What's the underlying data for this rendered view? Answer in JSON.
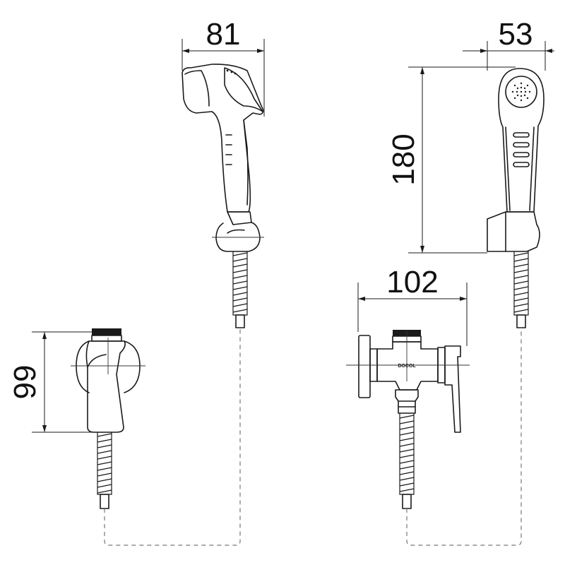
{
  "dimensions": {
    "handshower_width": "81",
    "handshower_depth": "53",
    "handshower_height": "180",
    "valve_width": "102",
    "valve_height": "99"
  },
  "valve_brand": "DOCOL",
  "colors": {
    "line": "#1a1a1a",
    "background": "#ffffff"
  }
}
